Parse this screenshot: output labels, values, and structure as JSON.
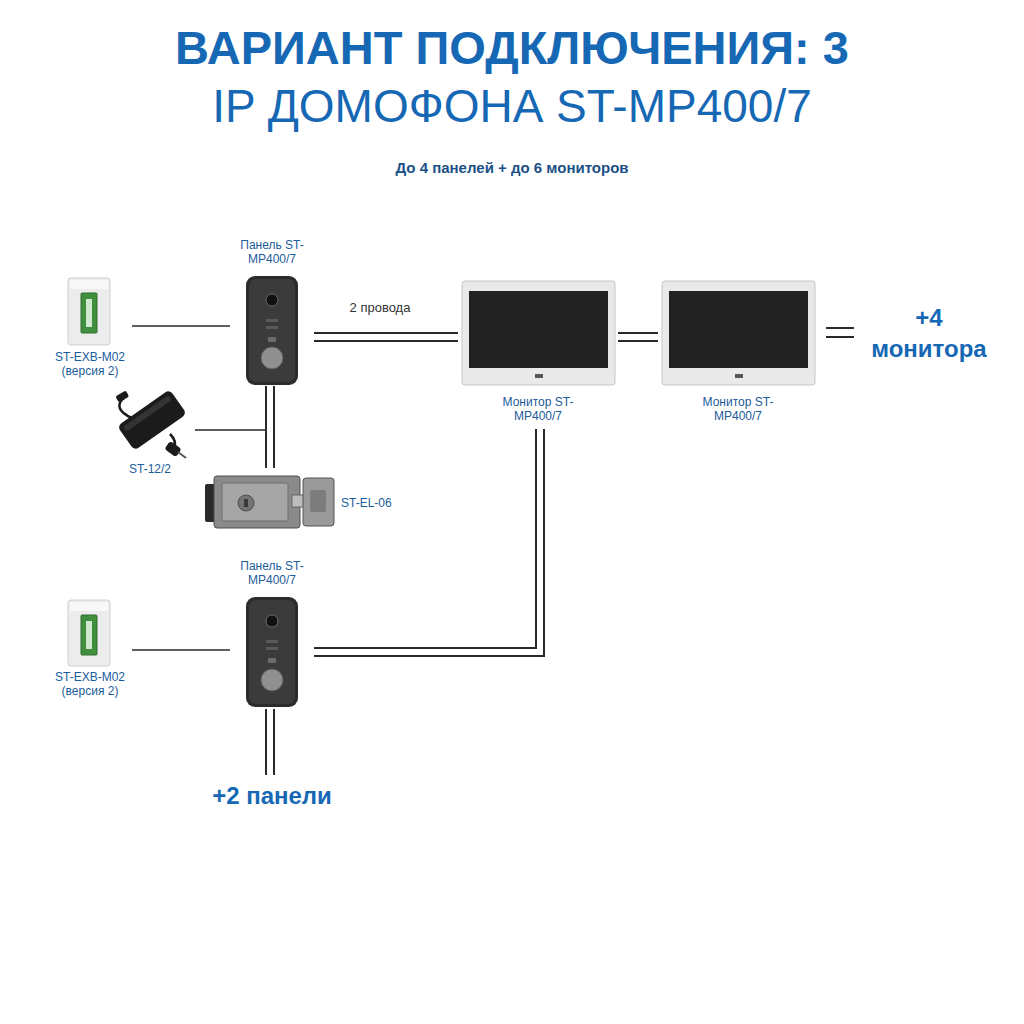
{
  "diagram": {
    "title": "ВАРИАНТ ПОДКЛЮЧЕНИЯ: 3",
    "nodes": [
      {
        "text": [
          "ST-EXB-M02 (версия 2)"
        ]
      },
      {
        "text": [
          "Панель ST-MP400/7"
        ]
      },
      {
        "text": [
          "ST-12/2"
        ]
      },
      {
        "text": [
          "ST-EL-06"
        ]
      },
      {
        "text": [
          "Монитор ST-MP400/7"
        ]
      },
      {
        "text": [
          "Монитор ST-MP400/7"
        ]
      },
      {
        "text": [
          "Панель ST-MP400/7"
        ]
      },
      {
        "text": [
          "ST-EXB-M02 (версия 2)"
        ]
      }
    ],
    "edges": [
      {
        "from": 0,
        "to": 1,
        "arrow": "none"
      },
      {
        "from": 2,
        "to": 1,
        "arrow": "none"
      },
      {
        "from": 1,
        "to": 3,
        "arrow": "none"
      },
      {
        "from": 1,
        "to": 4,
        "label": "2 провода",
        "arrow": "none"
      },
      {
        "from": 4,
        "to": 5,
        "arrow": "none"
      },
      {
        "from": 4,
        "to": 6,
        "arrow": "none"
      },
      {
        "from": 7,
        "to": 6,
        "arrow": "none"
      }
    ],
    "labels": [
      "IP ДОМОФОНА ST-MP400/7",
      "До 4 панелей + до 6 мониторов",
      "+4 монитора",
      "+2 панели"
    ]
  }
}
